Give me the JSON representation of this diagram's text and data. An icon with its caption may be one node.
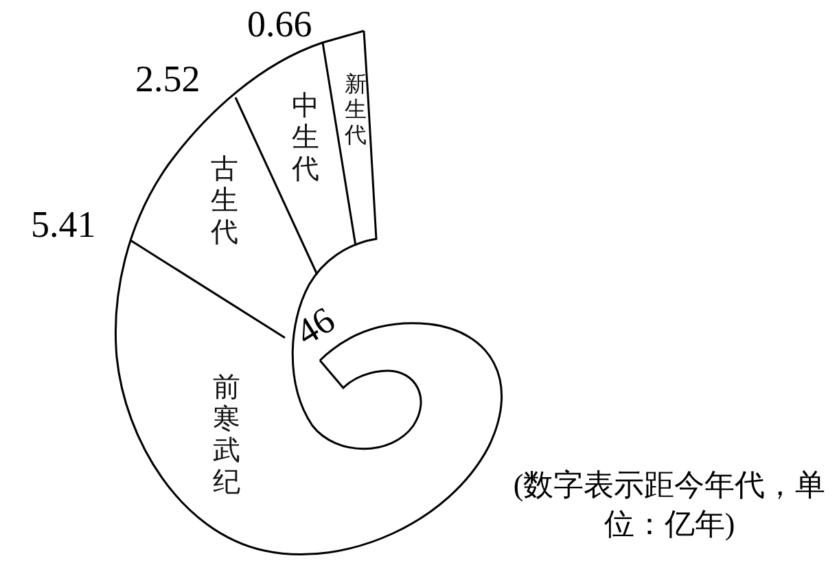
{
  "diagram": {
    "nodes": [
      {
        "text": [
          "新生代"
        ]
      },
      {
        "text": [
          "中生代"
        ]
      },
      {
        "text": [
          "古生代"
        ]
      },
      {
        "text": [
          "前寒武纪"
        ]
      }
    ],
    "labels": [
      "0.66",
      "2.52",
      "5.41",
      "46",
      "(数字表示距今年代，单位：亿年)"
    ]
  }
}
